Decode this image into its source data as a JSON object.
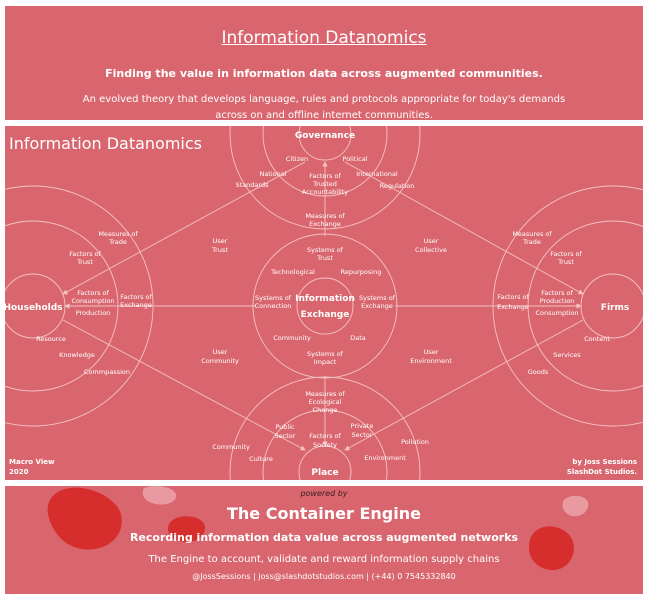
{
  "header": {
    "title": "Information Datanomics",
    "subtitle": "Finding the value in information data across augmented communities.",
    "description": "An evolved theory that develops language, rules and protocols appropriate for today's demands across on and offline internet communities."
  },
  "diagram": {
    "title": "Information Datanomics",
    "footer_left": [
      "Macro View",
      "2020"
    ],
    "footer_right": [
      "by Joss Sessions",
      "SlashDot Studios."
    ],
    "center": [
      "Information",
      "Exchange"
    ],
    "nodes": {
      "top": "Governance",
      "left": "Households",
      "right": "Firms",
      "bottom": "Place"
    },
    "labels": {
      "citizen": "Citizen",
      "political": "Political",
      "national_standards": [
        "National",
        "Standards"
      ],
      "international_regulation": [
        "International",
        "Regulation"
      ],
      "factors_trusted": [
        "Factors of",
        "Trusted",
        "Accountability"
      ],
      "measures_exchange": [
        "Measures of",
        "Exchange"
      ],
      "systems_trust": [
        "Systems of",
        "Trust"
      ],
      "technological": "Technological",
      "repurposing": "Repurposing",
      "systems_connection": [
        "Systems of",
        "Connection"
      ],
      "systems_exchange": [
        "Systems of",
        "Exchange"
      ],
      "community_center": "Community",
      "data": "Data",
      "systems_impact": [
        "Systems of",
        "Impact"
      ],
      "user_trust": [
        "User",
        "Trust"
      ],
      "user_collective": [
        "User",
        "Collective"
      ],
      "user_community": [
        "User",
        "Community"
      ],
      "user_environment": [
        "User",
        "Environment"
      ],
      "left_measures_trade": [
        "Measures of",
        "Trade"
      ],
      "left_factors_trust": [
        "Factors of",
        "Trust"
      ],
      "left_factors_consumption": [
        "Factors of",
        "Consumption",
        "Production"
      ],
      "left_factors_exchange": [
        "Factors of",
        "Exchange"
      ],
      "resource": "Resource",
      "knowledge": "Knowledge",
      "commpassion": "Commpassion",
      "right_measures_trade": [
        "Measures of",
        "Trade"
      ],
      "right_factors_trust": [
        "Factors of",
        "Trust"
      ],
      "right_factors_exchange": [
        "Factors of",
        "Exchange"
      ],
      "right_factors_production": [
        "Factors of",
        "Production",
        "Consumption"
      ],
      "content": "Content",
      "services": "Services",
      "goods": "Goods",
      "measures_ecological": [
        "Measures of",
        "Ecological",
        "Change"
      ],
      "public_sector": [
        "Public",
        "Sector"
      ],
      "private_sector": [
        "Private",
        "Sector"
      ],
      "factors_society": [
        "Factors of",
        "Society"
      ],
      "community_bottom": "Community",
      "culture": "Culture",
      "environment": "Environment",
      "pollution": "Pollution"
    }
  },
  "footer": {
    "powered": "powered by",
    "name": "The Container Engine",
    "tagline": "Recording information data value across augmented networks",
    "line": "The Engine to account, validate and reward information supply chains",
    "contact": "@JossSessions | joss@slashdotstudios.com | (+44) 0 7545332840"
  },
  "colors": {
    "panel": "#d9666e",
    "blob": "#d62d2d",
    "line": "#f4c2c5"
  }
}
